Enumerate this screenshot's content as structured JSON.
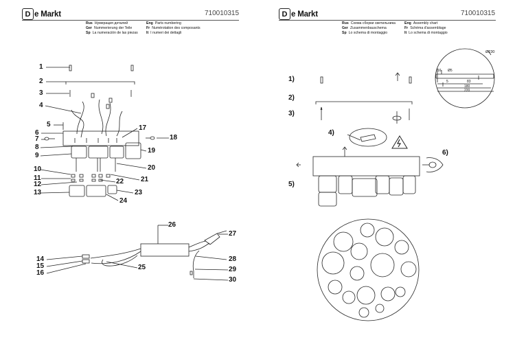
{
  "left_page": {
    "logo": {
      "mark": "D",
      "text": "e Markt"
    },
    "doc_number": "710010315",
    "header_col1": [
      {
        "lang": "Rus",
        "text": "Нумерация деталей"
      },
      {
        "lang": "Ger",
        "text": "Nummerierung der Teile"
      },
      {
        "lang": "Sp",
        "text": "La numeración de las piezas"
      }
    ],
    "header_col2": [
      {
        "lang": "Eng",
        "text": "Parts numbering"
      },
      {
        "lang": "Fr",
        "text": "Numérotation des composants"
      },
      {
        "lang": "It",
        "text": "I numeri dei dettagli"
      }
    ],
    "part_numbers": [
      "1",
      "2",
      "3",
      "4",
      "5",
      "6",
      "7",
      "8",
      "9",
      "10",
      "11",
      "12",
      "13",
      "14",
      "15",
      "16",
      "17",
      "18",
      "19",
      "20",
      "21",
      "22",
      "23",
      "24",
      "25",
      "26",
      "27",
      "28",
      "29",
      "30"
    ]
  },
  "right_page": {
    "logo": {
      "mark": "D",
      "text": "e Markt"
    },
    "doc_number": "710010315",
    "header_col1": [
      {
        "lang": "Rus",
        "text": "Схема сборки светильника"
      },
      {
        "lang": "Ger",
        "text": "Zusammenbauschema"
      },
      {
        "lang": "Sp",
        "text": "Lo schema di montaggio"
      }
    ],
    "header_col2": [
      {
        "lang": "Eng",
        "text": "Assembly chart"
      },
      {
        "lang": "Fr",
        "text": "Schéma d'assemblage"
      },
      {
        "lang": "It",
        "text": "Lo schema di montaggio"
      }
    ],
    "steps": [
      "1)",
      "2)",
      "3)",
      "4)",
      "5)",
      "6)"
    ],
    "dimensions": {
      "diameter": "Ø230",
      "d1": "16",
      "d2": "Ø5",
      "d3": "83",
      "d4": "5",
      "d5": "180",
      "d6": "220"
    }
  }
}
